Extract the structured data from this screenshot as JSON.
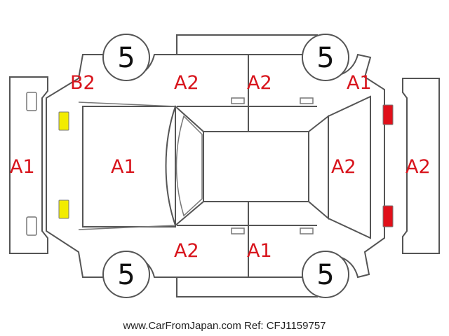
{
  "colors": {
    "damage_code": "#d8141c",
    "front_lamp": "#f2ec00",
    "rear_lamp": "#e0101a",
    "outline": "#555555"
  },
  "tires": {
    "front_left": "5",
    "rear_left": "5",
    "front_right": "5",
    "rear_right": "5"
  },
  "codes": {
    "front_bumper": "A1",
    "bonnet": "A1",
    "left_front_corner": "B2",
    "front_left_door": "A2",
    "rear_left_door": "A2",
    "rear_left_corner": "A1",
    "front_right_door": "A2",
    "rear_right_door": "A1",
    "tailgate": "A2",
    "rear_bumper": "A2"
  },
  "footer": "www.CarFromJapan.com Ref: CFJ1159757"
}
